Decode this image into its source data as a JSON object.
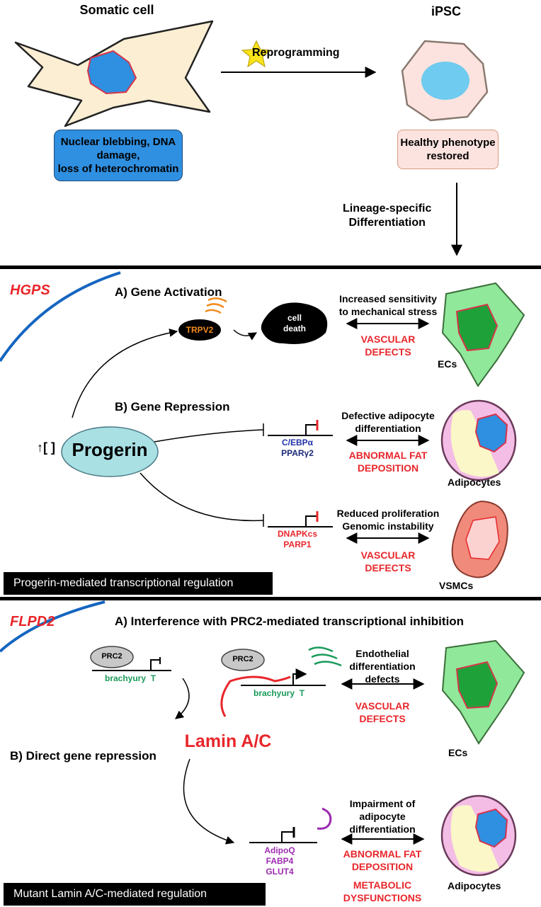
{
  "top": {
    "somatic_title": "Somatic cell",
    "ipsc_title": "iPSC",
    "reprogramming": "Reprogramming",
    "somatic_box": [
      "Nuclear blebbing, DNA",
      "damage,",
      "loss of heterochromatin"
    ],
    "healthy_box": [
      "Healthy phenotype",
      "restored"
    ],
    "lineage": [
      "Lineage-specific",
      "Differentiation"
    ]
  },
  "hgps": {
    "tag": "HGPS",
    "gene_activation": "A) Gene Activation",
    "gene_repression": "B) Gene Repression",
    "trpv2": "TRPV2",
    "cell_death": [
      "cell",
      "death"
    ],
    "progerin": "Progerin",
    "up_symbol": "↑[ ]",
    "ec_effect": [
      "Increased sensitivity",
      "to mechanical stress"
    ],
    "ec_defect": [
      "VASCULAR",
      "DEFECTS"
    ],
    "ec_label": "ECs",
    "adipo_genes": [
      "C/EBPα",
      "PPARγ2"
    ],
    "adipo_effect": [
      "Defective adipocyte",
      "differentiation"
    ],
    "adipo_defect": [
      "ABNORMAL FAT",
      "DEPOSITION"
    ],
    "adipo_label": "Adipocytes",
    "vsmc_genes": [
      "DNAPKcs",
      "PARP1"
    ],
    "vsmc_effect": [
      "Reduced proliferation",
      "Genomic instability"
    ],
    "vsmc_defect": [
      "VASCULAR",
      "DEFECTS"
    ],
    "vsmc_label": "VSMCs",
    "banner": "Progerin-mediated transcriptional regulation"
  },
  "flpd2": {
    "tag": "FLPD2",
    "interference": "A) Interference with PRC2-mediated transcriptional inhibition",
    "direct": "B) Direct gene repression",
    "prc2_a": "PRC2",
    "prc2_b": "PRC2",
    "gene1": "brachyury  T",
    "gene2": "brachyury  T",
    "lamin": "Lamin A/C",
    "ec_effect": [
      "Endothelial",
      "differentiation",
      "defects"
    ],
    "ec_defect": [
      "VASCULAR",
      "DEFECTS"
    ],
    "ec_label": "ECs",
    "adipo_genes": [
      "AdipoQ",
      "FABP4",
      "GLUT4"
    ],
    "adipo_effect": [
      "Impairment of",
      "adipocyte",
      "differentiation"
    ],
    "adipo_defect": [
      "ABNORMAL FAT",
      "DEPOSITION"
    ],
    "metabolic": [
      "METABOLIC",
      "DYSFUNCTIONS"
    ],
    "adipo_label": "Adipocytes",
    "banner": "Mutant Lamin A/C-mediated regulation"
  },
  "colors": {
    "red": "#e8262b",
    "green_text": "#1a9a5a",
    "ec_green": "#90e89a",
    "nucleus_green": "#1fa13a",
    "nucleus_blue": "#2f8fe0",
    "progerin_fill": "#a9e0e4",
    "vsmc_fill": "#f08a7a"
  }
}
